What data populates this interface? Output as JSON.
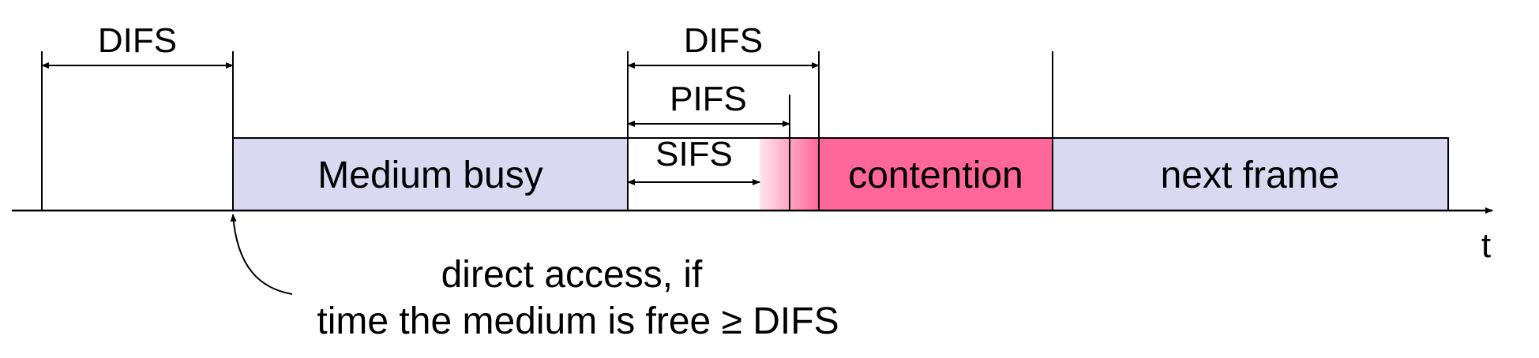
{
  "labels": {
    "difs_left": "DIFS",
    "difs_top": "DIFS",
    "pifs": "PIFS",
    "sifs": "SIFS",
    "medium_busy": "Medium busy",
    "contention": "contention",
    "next_frame": "next frame",
    "time_axis": "t",
    "caption_line1": "direct access, if",
    "caption_line2": "time the medium is free ≥ DIFS"
  },
  "colors": {
    "busy_fill": "#d9d9f2",
    "contention_fill": "#ff6699",
    "next_frame_fill": "#d9d9f2",
    "gradient_light": "#ffe6ee"
  }
}
